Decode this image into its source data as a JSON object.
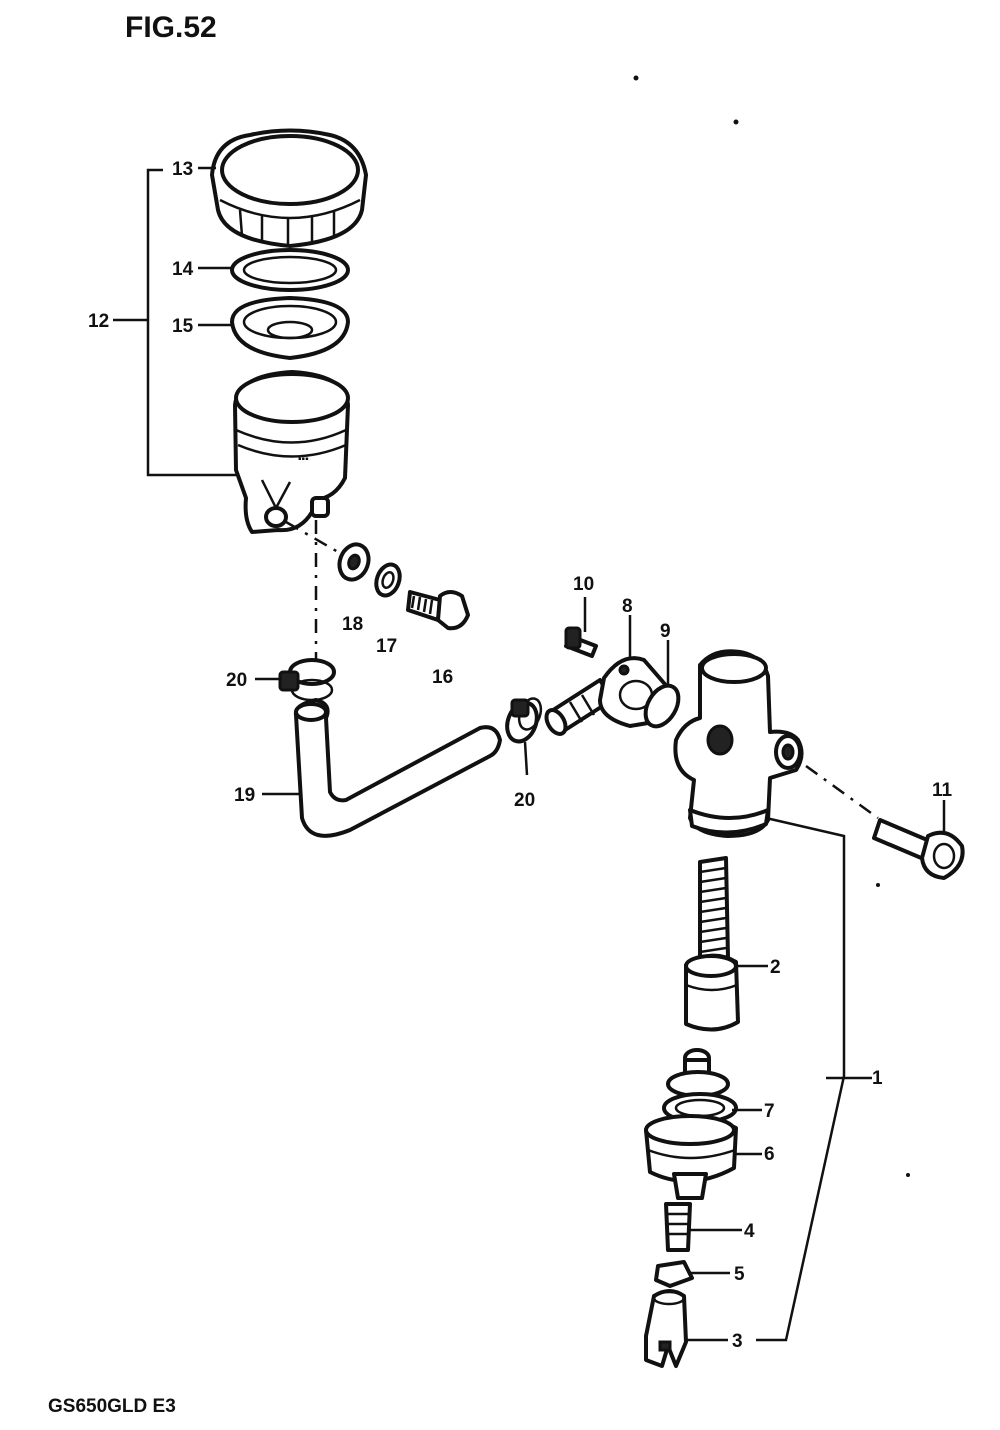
{
  "figure": {
    "title": "FIG.52",
    "model_code": "GS650GLD E3"
  },
  "callouts": {
    "c1": "1",
    "c2": "2",
    "c3": "3",
    "c4": "4",
    "c5": "5",
    "c6": "6",
    "c7": "7",
    "c8": "8",
    "c9": "9",
    "c10": "10",
    "c11": "11",
    "c12": "12",
    "c13": "13",
    "c14": "14",
    "c15": "15",
    "c16": "16",
    "c17": "17",
    "c18": "18",
    "c19": "19",
    "c20a": "20",
    "c20b": "20"
  }
}
